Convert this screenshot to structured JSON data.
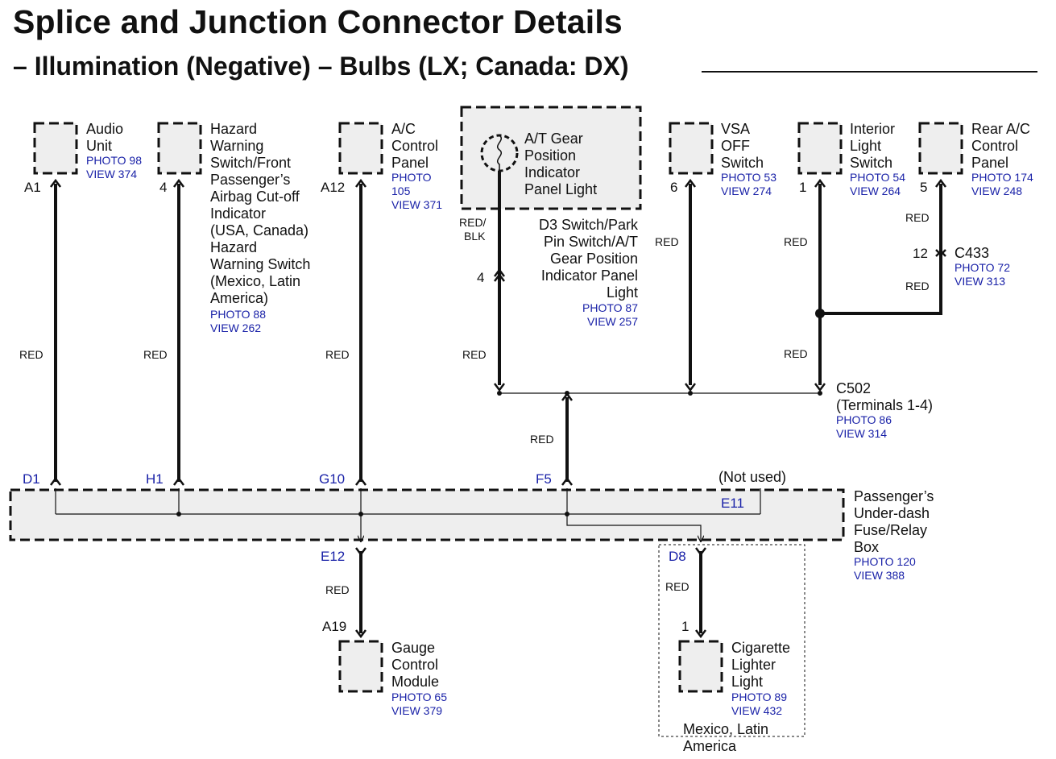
{
  "title": "Splice and Junction Connector Details",
  "subtitle": "– Illumination (Negative) – Bulbs (LX; Canada: DX)",
  "components": {
    "audio_unit": {
      "name": [
        "Audio",
        "Unit"
      ],
      "photo": "PHOTO 98",
      "view": "VIEW 374",
      "pin": "A1",
      "wire": "RED"
    },
    "hazard_switch": {
      "name": [
        "Hazard",
        "Warning",
        "Switch/Front",
        "Passenger’s",
        "Airbag Cut-off",
        "Indicator",
        "(USA, Canada)",
        "Hazard",
        "Warning Switch",
        "(Mexico, Latin",
        "America)"
      ],
      "photo": "PHOTO 88",
      "view": "VIEW 262",
      "pin": "4",
      "wire": "RED"
    },
    "ac_control": {
      "name": [
        "A/C",
        "Control",
        "Panel"
      ],
      "photo": [
        "PHOTO",
        "105"
      ],
      "view": "VIEW 371",
      "pin": "A12",
      "wire": "RED"
    },
    "at_gear_light": {
      "name": [
        "A/T Gear",
        "Position",
        "Indicator",
        "Panel Light"
      ],
      "pin": "4",
      "wire": [
        "RED/",
        "BLK"
      ],
      "wire2": "RED",
      "parent": [
        "D3 Switch/Park",
        "Pin Switch/A/T",
        "Gear Position",
        "Indicator Panel",
        "Light"
      ],
      "photo": "PHOTO 87",
      "view": "VIEW 257"
    },
    "vsa_switch": {
      "name": [
        "VSA",
        "OFF",
        "Switch"
      ],
      "photo": "PHOTO 53",
      "view": "VIEW 274",
      "pin": "6",
      "wire": "RED"
    },
    "interior_light": {
      "name": [
        "Interior",
        "Light",
        "Switch"
      ],
      "photo": "PHOTO 54",
      "view": "VIEW 264",
      "pin": "1",
      "wire": "RED",
      "wire2": "RED"
    },
    "rear_ac": {
      "name": [
        "Rear A/C",
        "Control",
        "Panel"
      ],
      "photo": "PHOTO 174",
      "view": "VIEW 248",
      "pin": "5",
      "wire": "RED",
      "wire2": "RED"
    },
    "c433": {
      "pin": "12",
      "name": "C433",
      "photo": "PHOTO 72",
      "view": "VIEW 313"
    },
    "c502": {
      "name": [
        "C502",
        "(Terminals 1-4)"
      ],
      "photo": "PHOTO 86",
      "view": "VIEW 314",
      "wire": "RED"
    },
    "fuse_box": {
      "name": [
        "Passenger’s",
        "Under-dash",
        "Fuse/Relay",
        "Box"
      ],
      "photo": "PHOTO 120",
      "view": "VIEW 388",
      "terminals": {
        "d1": "D1",
        "h1": "H1",
        "g10": "G10",
        "f5": "F5",
        "e11": "E11",
        "e12": "E12",
        "d8": "D8"
      },
      "not_used": "(Not used)"
    },
    "gauge_module": {
      "name": [
        "Gauge",
        "Control",
        "Module"
      ],
      "photo": "PHOTO 65",
      "view": "VIEW 379",
      "pin": "A19",
      "wire": "RED"
    },
    "cig_lighter": {
      "name": [
        "Cigarette",
        "Lighter",
        "Light"
      ],
      "photo": "PHOTO 89",
      "view": "VIEW 432",
      "pin": "1",
      "wire": "RED",
      "region": [
        "Mexico, Latin",
        "America"
      ]
    }
  },
  "colors": {
    "reference_text": "#1a22a8",
    "box_fill": "#eeeeee",
    "line": "#111111"
  }
}
